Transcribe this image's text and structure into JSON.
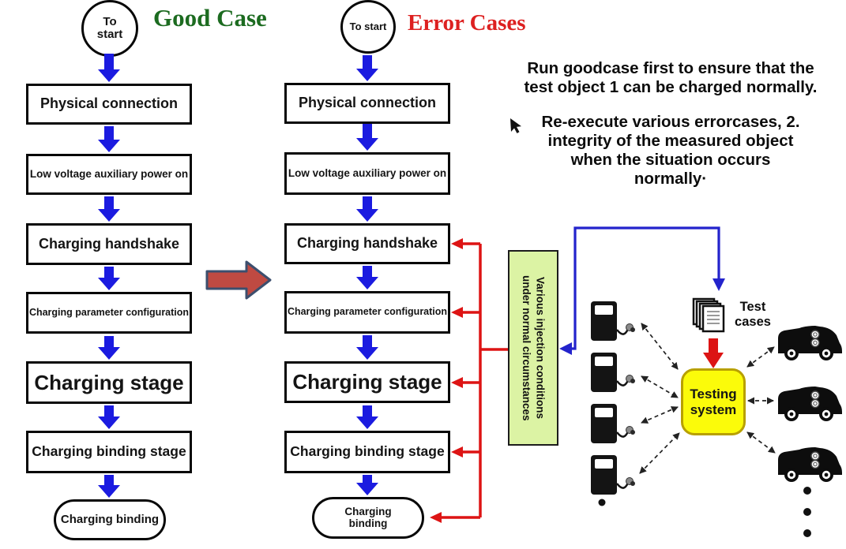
{
  "good_flow": {
    "title": "Good Case",
    "start_label": "To start",
    "steps": [
      "Physical connection",
      "Low voltage auxiliary power on",
      "Charging handshake",
      "Charging parameter configuration",
      "Charging stage",
      "Charging binding stage"
    ],
    "end_label": "Charging binding"
  },
  "error_flow": {
    "title": "Error Cases",
    "start_label": "To start",
    "steps": [
      "Physical connection",
      "Low voltage auxiliary power on",
      "Charging handshake",
      "Charging parameter configuration",
      "Charging stage",
      "Charging binding stage"
    ],
    "end_label": "Charging binding"
  },
  "annotation": {
    "para1_lines": [
      "Run goodcase first to ensure that the",
      "test object 1 can be charged normally."
    ],
    "para2_lines": [
      "Re-execute various errorcases, 2.",
      "integrity of the measured object",
      "when the situation occurs",
      "normally·"
    ]
  },
  "injection_box": {
    "line1": "Various injection conditions",
    "line2": "under normal circumstances"
  },
  "system_diagram": {
    "test_cases_label": "Test cases",
    "testing_system_label": "Testing system",
    "icons": [
      "test-cases-stack-icon",
      "charging-pile-icon",
      "ev-car-icon",
      "cursor-icon",
      "ellipsis-dots"
    ]
  },
  "colors": {
    "flow_arrow_blue": "#1b1be0",
    "feedback_red": "#dd1414",
    "connector_blue": "#2323cc",
    "big_arrow_fill": "#bf4a42",
    "big_arrow_border": "#3c4f6e",
    "good_title_green": "#1c6b20",
    "error_title_red": "#dd2020",
    "injection_fill": "#dcf3a4",
    "system_fill": "#fbfb0a",
    "system_border": "#b8a000"
  }
}
